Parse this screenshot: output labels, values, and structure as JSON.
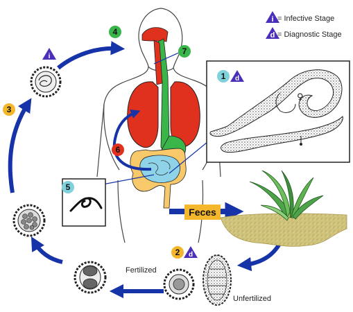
{
  "legend": {
    "infective_symbol": "i",
    "infective_text": "= Infective Stage",
    "diagnostic_symbol": "d",
    "diagnostic_text": "= Diagnostic Stage"
  },
  "steps": {
    "s1": "1",
    "s2": "2",
    "s3": "3",
    "s4": "4",
    "s5": "5",
    "s6": "6",
    "s7": "7"
  },
  "labels": {
    "feces": "Feces",
    "fertilized": "Fertilized",
    "unfertilized": "Unfertilized",
    "female_symbol": "♀"
  },
  "colors": {
    "arrow_blue": "#1633a8",
    "lungs_red": "#e0301e",
    "gut_green": "#39b54a",
    "intestine_yellow": "#f7c96a",
    "intestine_blue": "#8fd3e8",
    "soil": "#cfc27a",
    "badge_green": "#39b54a",
    "badge_orange": "#f4b62a",
    "badge_red": "#e0301e",
    "badge_teal": "#7fd1dc",
    "triangle_purple": "#4b2fb8"
  }
}
